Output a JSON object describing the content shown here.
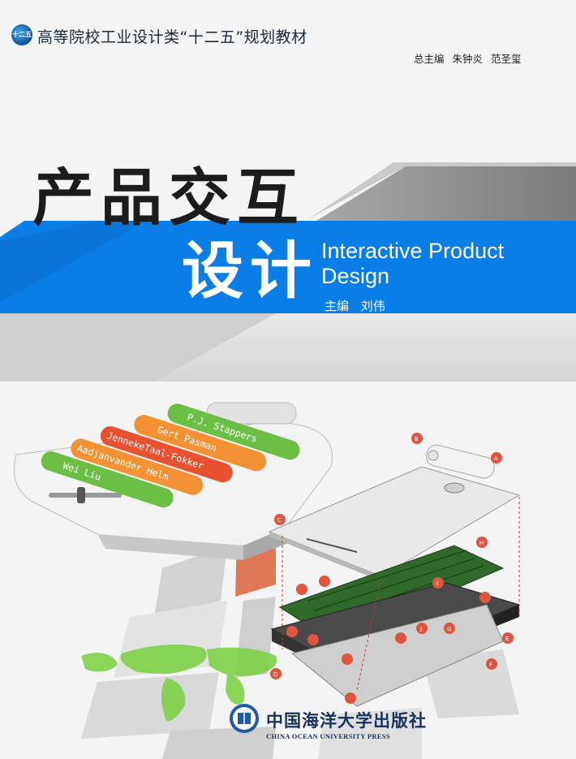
{
  "series": {
    "logo_text": "十二五",
    "text": "高等院校工业设计类“十二五”规划教材"
  },
  "editors": "总主编  朱钟炎  范圣玺",
  "title": {
    "line1": "产品交互",
    "line2": "设计",
    "english": "Interactive Product Design"
  },
  "author": "主编  刘伟",
  "slab_names": [
    "P.J. Stappers",
    "Gert Pasman",
    "JennekeTaal-Fokker",
    "Aadjanvander Helm",
    "Wei Liu"
  ],
  "callouts": [
    "A",
    "B",
    "C",
    "D",
    "E",
    "F",
    "G",
    "H",
    "I",
    "J"
  ],
  "publisher": {
    "cn": "中国海洋大学出版社",
    "en": "CHINA OCEAN UNIVERSITY PRESS"
  },
  "colors": {
    "brand_blue": "#0a7ee6",
    "panel_gray": "#8f8f8f",
    "callout_red": "#e05540",
    "map_green": "#7fd14a"
  }
}
